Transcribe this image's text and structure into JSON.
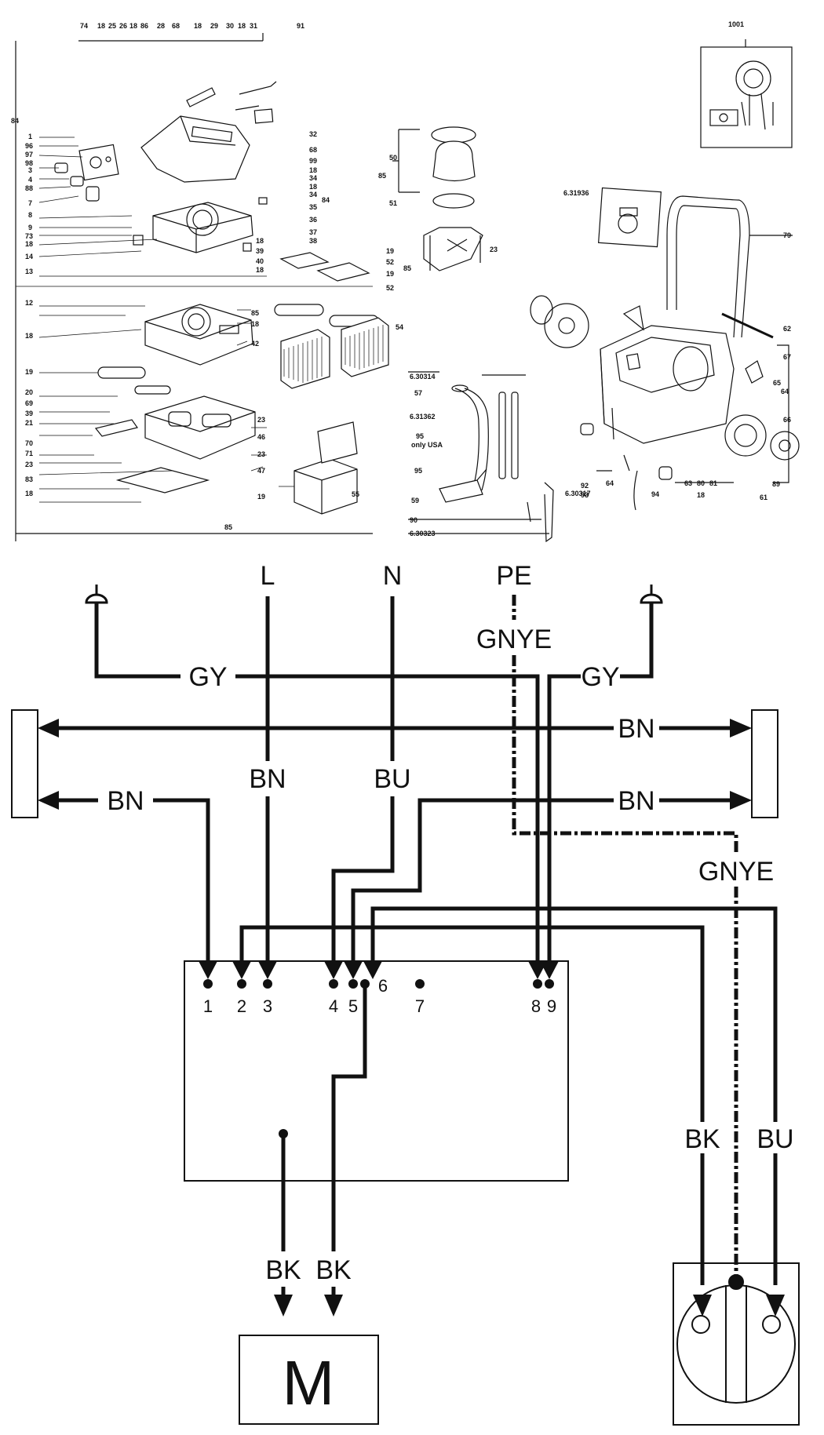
{
  "exploded_view": {
    "callouts": [
      "74",
      "18",
      "25",
      "26",
      "18",
      "86",
      "28",
      "68",
      "18",
      "29",
      "30",
      "18",
      "31",
      "91",
      "84",
      "1",
      "96",
      "97",
      "98",
      "3",
      "4",
      "88",
      "7",
      "8",
      "9",
      "73",
      "18",
      "14",
      "13",
      "32",
      "68",
      "99",
      "18",
      "34",
      "18",
      "34",
      "84",
      "35",
      "36",
      "37",
      "38",
      "18",
      "39",
      "40",
      "18",
      "12",
      "18",
      "85",
      "18",
      "42",
      "19",
      "20",
      "69",
      "39",
      "21",
      "70",
      "71",
      "23",
      "83",
      "18",
      "19",
      "52",
      "19",
      "52",
      "85",
      "54",
      "23",
      "46",
      "23",
      "47",
      "55",
      "19",
      "85",
      "50",
      "85",
      "51",
      "23",
      "1001",
      "6.31936",
      "79",
      "62",
      "67",
      "65",
      "64",
      "66",
      "89",
      "61",
      "6.30314",
      "57",
      "6.31362",
      "95",
      "59",
      "90",
      "6.30323",
      "6.30317",
      "92",
      "93",
      "64",
      "94",
      "63",
      "80",
      "81",
      "18",
      "64"
    ],
    "note_line1": "95",
    "note_line2": "only USA"
  },
  "wiring": {
    "supply": {
      "l": "L",
      "n": "N",
      "pe": "PE"
    },
    "wire_labels": {
      "pe_top": "GNYE",
      "gy_left": "GY",
      "gy_right": "GY",
      "bn_upper_right": "BN",
      "bn_left": "BN",
      "bn_right_lower": "BN",
      "bn_l": "BN",
      "bu_n": "BU",
      "gnye_right": "GNYE",
      "bk_socket": "BK",
      "bu_socket": "BU",
      "bk_motor_left": "BK",
      "bk_motor_right": "BK"
    },
    "terminals": [
      "1",
      "2",
      "3",
      "4",
      "5",
      "6",
      "7",
      "8",
      "9"
    ],
    "motor_label": "M"
  }
}
